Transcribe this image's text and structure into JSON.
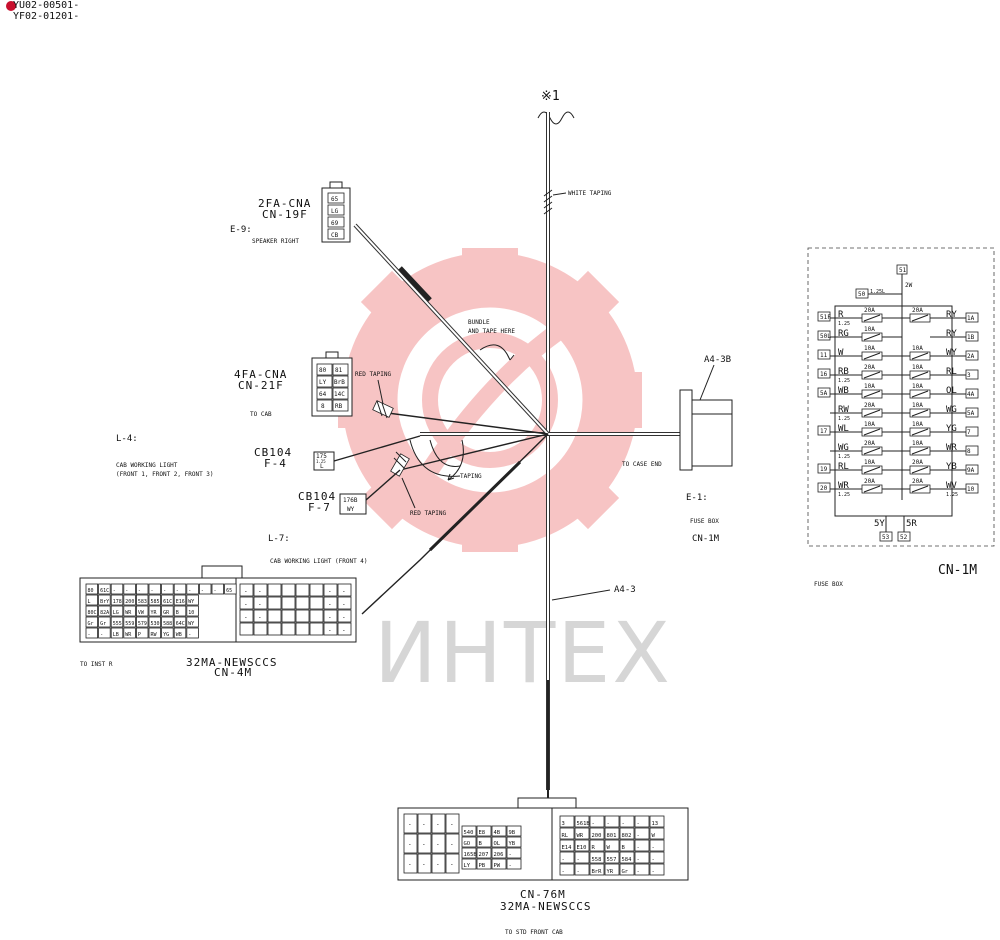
{
  "header": {
    "codes": [
      "YU02-00501-",
      "YF02-01201-"
    ]
  },
  "watermark": {
    "text": "ИНТЕХ",
    "color": "#f2b8b8"
  },
  "harness": {
    "top_ref": "※1",
    "white_taping": "WHITE TAPING",
    "bundle": [
      "BUNDLE",
      "AND TAPE HERE"
    ],
    "red_taping_upper": "RED TAPING",
    "red_taping_lower": "RED TAPING",
    "taping": "TAPING",
    "to_case_end": "TO CASE END",
    "a4_3b": "A4-3B",
    "a4_3": "A4-3"
  },
  "connectors": {
    "e9": {
      "lines": [
        "2FA-CNA",
        "CN-19F"
      ],
      "ref": "E-9:",
      "desc": "SPEAKER RIGHT",
      "pins": [
        "65",
        "LG",
        "69",
        "CB"
      ]
    },
    "cn21f": {
      "lines": [
        "4FA-CNA",
        "CN-21F"
      ],
      "desc": "TO CAB",
      "pins": [
        "80",
        "81",
        "LY",
        "BrB",
        "64",
        "14C",
        "8",
        "RB"
      ]
    },
    "cb104_f4": {
      "lines": [
        "CB104",
        "F-4"
      ],
      "pins": [
        "175",
        "1.25",
        "L"
      ]
    },
    "cb104_f7": {
      "lines": [
        "CB104",
        "F-7"
      ],
      "pins": [
        "176B",
        "WY"
      ]
    },
    "l4": {
      "ref": "L-4:",
      "desc": [
        "CAB WORKING LIGHT",
        "(FRONT 1, FRONT 2, FRONT 3)"
      ]
    },
    "l7": {
      "ref": "L-7:",
      "desc": "CAB WORKING LIGHT (FRONT 4)"
    },
    "cn4m": {
      "lines": [
        "32MA-NEWSCCS",
        "CN-4M"
      ],
      "desc": "TO INST R",
      "rows": [
        [
          "80",
          "61C",
          "",
          "",
          "",
          "",
          "",
          "",
          "",
          "",
          "",
          "65"
        ],
        [
          "L",
          "BrY",
          "178",
          "200",
          "583",
          "585",
          "61C",
          "E16",
          "WY"
        ],
        [
          "80C",
          "82A",
          "LG",
          "WR",
          "VW",
          "YR",
          "GR",
          "B",
          "10"
        ],
        [
          "Gr",
          "Gr",
          "555",
          "559",
          "579",
          "530",
          "588",
          "64C",
          "WY"
        ],
        [
          "",
          "",
          "LB",
          "WR",
          "P",
          "RW",
          "YG",
          "WB",
          ""
        ]
      ]
    },
    "cn76m": {
      "lines": [
        "CN-76M",
        "32MA-NEWSCCS"
      ],
      "desc": "TO STD FRONT CAB",
      "left_rows": [
        [
          "540",
          "E8",
          "4B",
          "9B"
        ],
        [
          "GO",
          "B",
          "OL",
          "YB"
        ],
        [
          "165B",
          "207",
          "206",
          ""
        ],
        [
          "LY",
          "PB",
          "PW",
          ""
        ]
      ],
      "right_rows": [
        [
          "3",
          "561B",
          "",
          "",
          "",
          "",
          "13"
        ],
        [
          "RL",
          "WR",
          "200",
          "801",
          "802",
          "",
          "W"
        ],
        [
          "E14",
          "E10",
          "R",
          "W",
          "B",
          "",
          ""
        ],
        [
          "",
          "",
          "558",
          "557",
          "584",
          "",
          ""
        ],
        [
          "",
          "",
          "BrR",
          "YR",
          "Gr",
          "",
          ""
        ]
      ]
    },
    "cn1m": {
      "ref": "E-1:",
      "desc": "FUSE BOX",
      "name": "CN-1M"
    }
  },
  "fuse_box": {
    "name": "CN-1M",
    "caption": "FUSE BOX",
    "top_nodes": [
      "51",
      "50"
    ],
    "top_wire": "2W",
    "top_size": "1.25L",
    "left": [
      {
        "pin": "51F",
        "wire": "R",
        "size": "1.25",
        "amp": "20A"
      },
      {
        "pin": "50L",
        "wire": "RG",
        "size": "",
        "amp": "10A"
      },
      {
        "pin": "11",
        "wire": "W",
        "size": "",
        "amp": "10A"
      },
      {
        "pin": "16",
        "wire": "RB",
        "size": "1.25",
        "amp": "20A"
      },
      {
        "pin": "5A",
        "wire": "WB",
        "size": "",
        "amp": "10A"
      },
      {
        "pin": "",
        "wire": "RW",
        "size": "1.25",
        "amp": "20A"
      },
      {
        "pin": "17",
        "wire": "WL",
        "size": "",
        "amp": "10A"
      },
      {
        "pin": "",
        "wire": "WG",
        "size": "1.25",
        "amp": "20A"
      },
      {
        "pin": "19",
        "wire": "RL",
        "size": "",
        "amp": "10A"
      },
      {
        "pin": "20",
        "wire": "WR",
        "size": "1.25",
        "amp": "20A"
      }
    ],
    "right": [
      {
        "pin": "1A",
        "wire": "RY",
        "amp": "20A"
      },
      {
        "pin": "1B",
        "wire": "RY",
        "amp": ""
      },
      {
        "pin": "2A",
        "wire": "WY",
        "amp": "10A"
      },
      {
        "pin": "3",
        "wire": "RL",
        "amp": "10A"
      },
      {
        "pin": "4A",
        "wire": "OL",
        "amp": "10A"
      },
      {
        "pin": "5A",
        "wire": "WG",
        "amp": "10A"
      },
      {
        "pin": "7",
        "wire": "YG",
        "amp": "10A"
      },
      {
        "pin": "8",
        "wire": "WR",
        "amp": "10A"
      },
      {
        "pin": "9A",
        "wire": "YB",
        "amp": "20A"
      },
      {
        "pin": "10",
        "wire": "WV",
        "amp": "20A"
      }
    ],
    "right_size": "1.25",
    "bottom_wires": [
      "5Y",
      "5R"
    ],
    "bottom_nodes": [
      "53",
      "52"
    ]
  }
}
